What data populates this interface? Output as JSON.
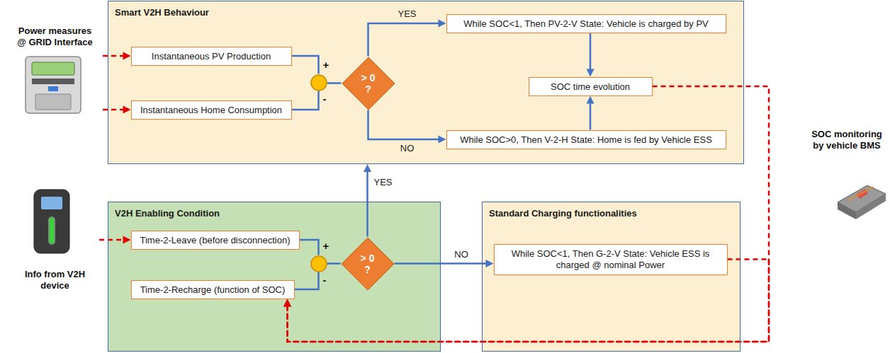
{
  "diagram": {
    "nodes": [
      {
        "text": [
          "Power measures @ GRID Interface"
        ]
      },
      {
        "text": [
          "Smart V2H Behaviour"
        ]
      },
      {
        "text": [
          "Instantaneous PV Production"
        ],
        "in": 1
      },
      {
        "text": [
          "Instantaneous Home Consumption"
        ],
        "in": 1
      },
      {
        "text": [
          "+",
          "-"
        ],
        "in": 1
      },
      {
        "text": [
          "> 0 ?"
        ],
        "in": 1
      },
      {
        "text": [
          "While SOC<1, Then PV-2-V State: Vehicle is charged by PV"
        ],
        "in": 1
      },
      {
        "text": [
          "SOC time evolution"
        ],
        "in": 1
      },
      {
        "text": [
          "While SOC>0, Then V-2-H State: Home is fed by Vehicle ESS"
        ],
        "in": 1
      },
      {
        "text": [
          "SOC monitoring by vehicle BMS"
        ]
      },
      {
        "text": [
          "Info from V2H device"
        ]
      },
      {
        "text": [
          "V2H Enabling Condition"
        ]
      },
      {
        "text": [
          "Time-2-Leave (before disconnection)"
        ],
        "in": 11
      },
      {
        "text": [
          "Time-2-Recharge (function of SOC)"
        ],
        "in": 11
      },
      {
        "text": [
          "+",
          "-"
        ],
        "in": 11
      },
      {
        "text": [
          "> 0 ?"
        ],
        "in": 11
      },
      {
        "text": [
          "Standard Charging functionalities"
        ]
      },
      {
        "text": [
          "While SOC<1, Then G-2-V State: Vehicle ESS is charged @ nominal Power"
        ],
        "in": 16
      }
    ],
    "edges": [
      {
        "from": 0,
        "to": 2,
        "arrow": "to"
      },
      {
        "from": 0,
        "to": 3,
        "arrow": "to"
      },
      {
        "from": 2,
        "to": 4,
        "arrow": "none"
      },
      {
        "from": 3,
        "to": 4,
        "arrow": "none"
      },
      {
        "from": 4,
        "to": 5,
        "arrow": "none"
      },
      {
        "from": 5,
        "to": 6,
        "arrow": "to",
        "label": "YES"
      },
      {
        "from": 5,
        "to": 8,
        "arrow": "to",
        "label": "NO"
      },
      {
        "from": 6,
        "to": 7,
        "arrow": "to"
      },
      {
        "from": 8,
        "to": 7,
        "arrow": "to"
      },
      {
        "from": 7,
        "to": 13,
        "arrow": "to"
      },
      {
        "from": 17,
        "to": 13,
        "arrow": "to"
      },
      {
        "from": 10,
        "to": 12,
        "arrow": "to"
      },
      {
        "from": 12,
        "to": 14,
        "arrow": "none"
      },
      {
        "from": 13,
        "to": 14,
        "arrow": "none"
      },
      {
        "from": 14,
        "to": 15,
        "arrow": "none"
      },
      {
        "from": 15,
        "to": 1,
        "arrow": "to",
        "label": "YES"
      },
      {
        "from": 15,
        "to": 17,
        "arrow": "to",
        "label": "NO"
      }
    ]
  }
}
